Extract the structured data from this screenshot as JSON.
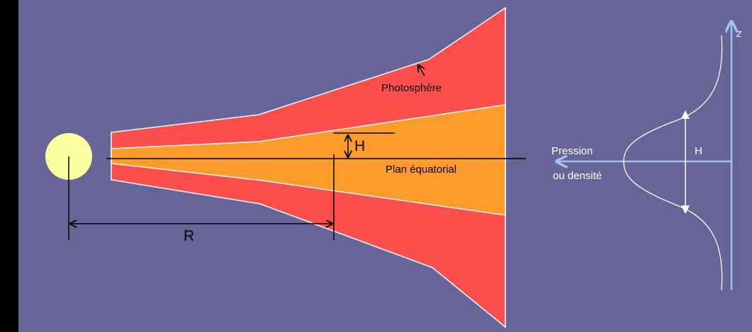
{
  "labels": {
    "photosphere": "Photosphère",
    "height": "H",
    "equatorial_plane": "Plan équatorial",
    "radius": "R",
    "pressure": "Pression",
    "or_density": "ou densité",
    "profile_height": "H",
    "z_axis": "z"
  },
  "colors": {
    "background": "#676598",
    "outer_frame": "#000000",
    "disk_outer": "#fd4e4e",
    "disk_inner": "#fd9c2a",
    "star": "#fefe9e",
    "axis": "#9ec4f5",
    "curve": "#ffffff"
  }
}
